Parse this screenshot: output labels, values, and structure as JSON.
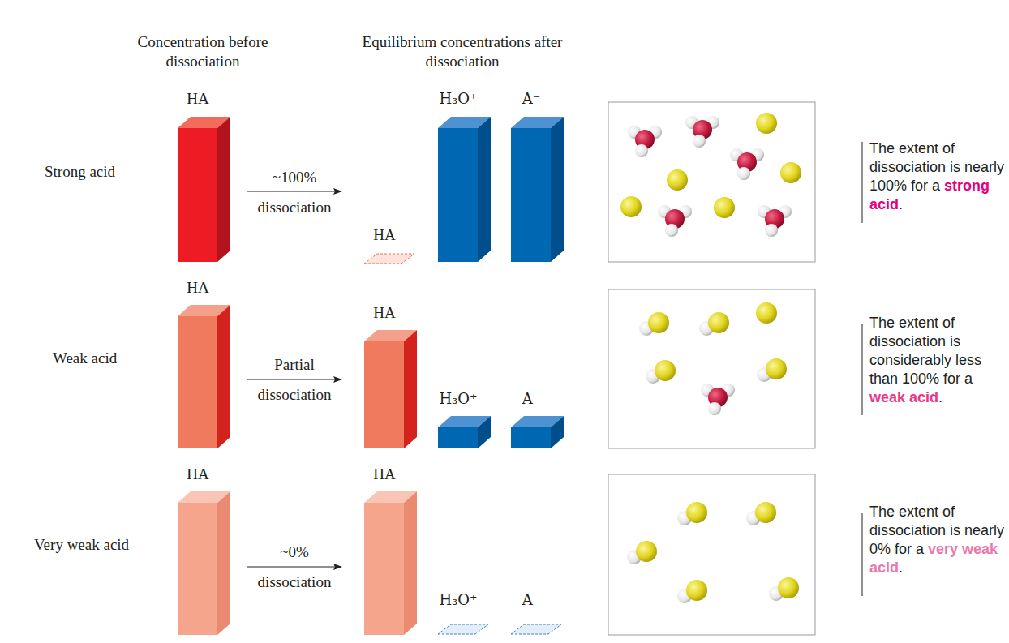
{
  "diagram": {
    "labels": [
      "Concentration before dissociation",
      "Equilibrium concentrations after dissociation",
      "HA",
      "Strong acid",
      "~100% dissociation",
      "HA",
      "H₃O⁺",
      "A⁻",
      "The extent of dissociation is nearly 100% for a",
      "strong acid",
      ".",
      "HA",
      "Weak acid",
      "Partial dissociation",
      "HA",
      "H₃O⁺",
      "A⁻",
      "The extent of dissociation is considerably less than 100% for a",
      "weak acid",
      ".",
      "HA",
      "Very weak acid",
      "~0% dissociation",
      "HA",
      "H₃O⁺",
      "A⁻",
      "The extent of dissociation is nearly 0% for a",
      "very weak acid",
      "."
    ]
  }
}
